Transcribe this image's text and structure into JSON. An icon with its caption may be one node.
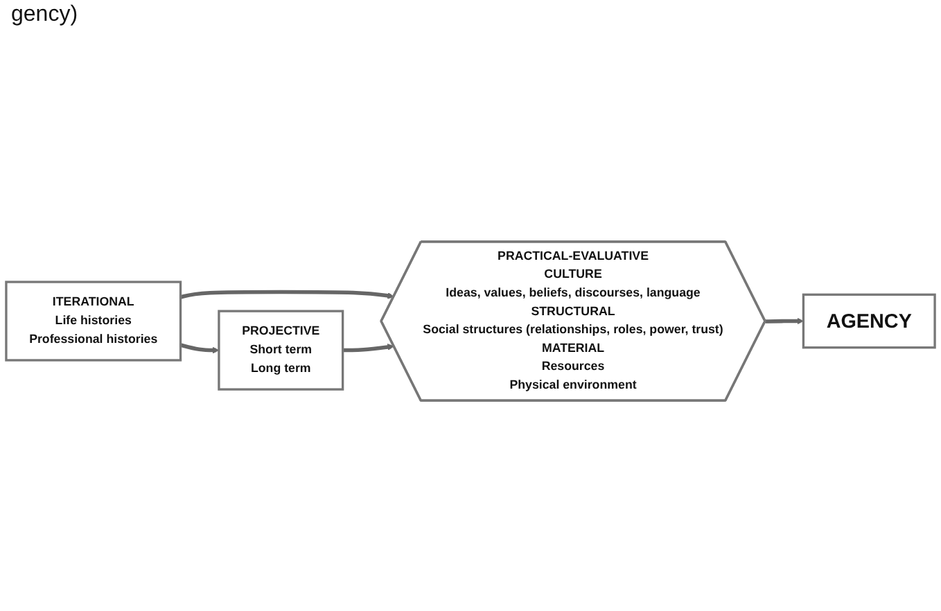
{
  "diagram": {
    "nodes": [
      {
        "text": [
          "ITERATIONAL",
          "Life histories",
          "Professional histories"
        ]
      },
      {
        "text": [
          "PRACTICAL-EVALUATIVE",
          "CULTURE",
          "Ideas, values, beliefs, discourses, language",
          "STRUCTURAL",
          "Social structures (relationships, roles, power, trust)",
          "MATERIAL",
          "Resources",
          "Physical environment"
        ]
      },
      {
        "text": [
          "PROJECTIVE",
          "Short term",
          "Long term"
        ]
      },
      {
        "text": [
          "AGENCY"
        ]
      }
    ],
    "edges": [
      {
        "from": 0,
        "to": 1,
        "arrow": "to"
      },
      {
        "from": 2,
        "to": 1,
        "arrow": "to"
      },
      {
        "from": 1,
        "to": 3,
        "arrow": "to"
      },
      {
        "from": 0,
        "to": 2,
        "arrow": "to"
      }
    ],
    "labels": [
      "gency)"
    ]
  }
}
